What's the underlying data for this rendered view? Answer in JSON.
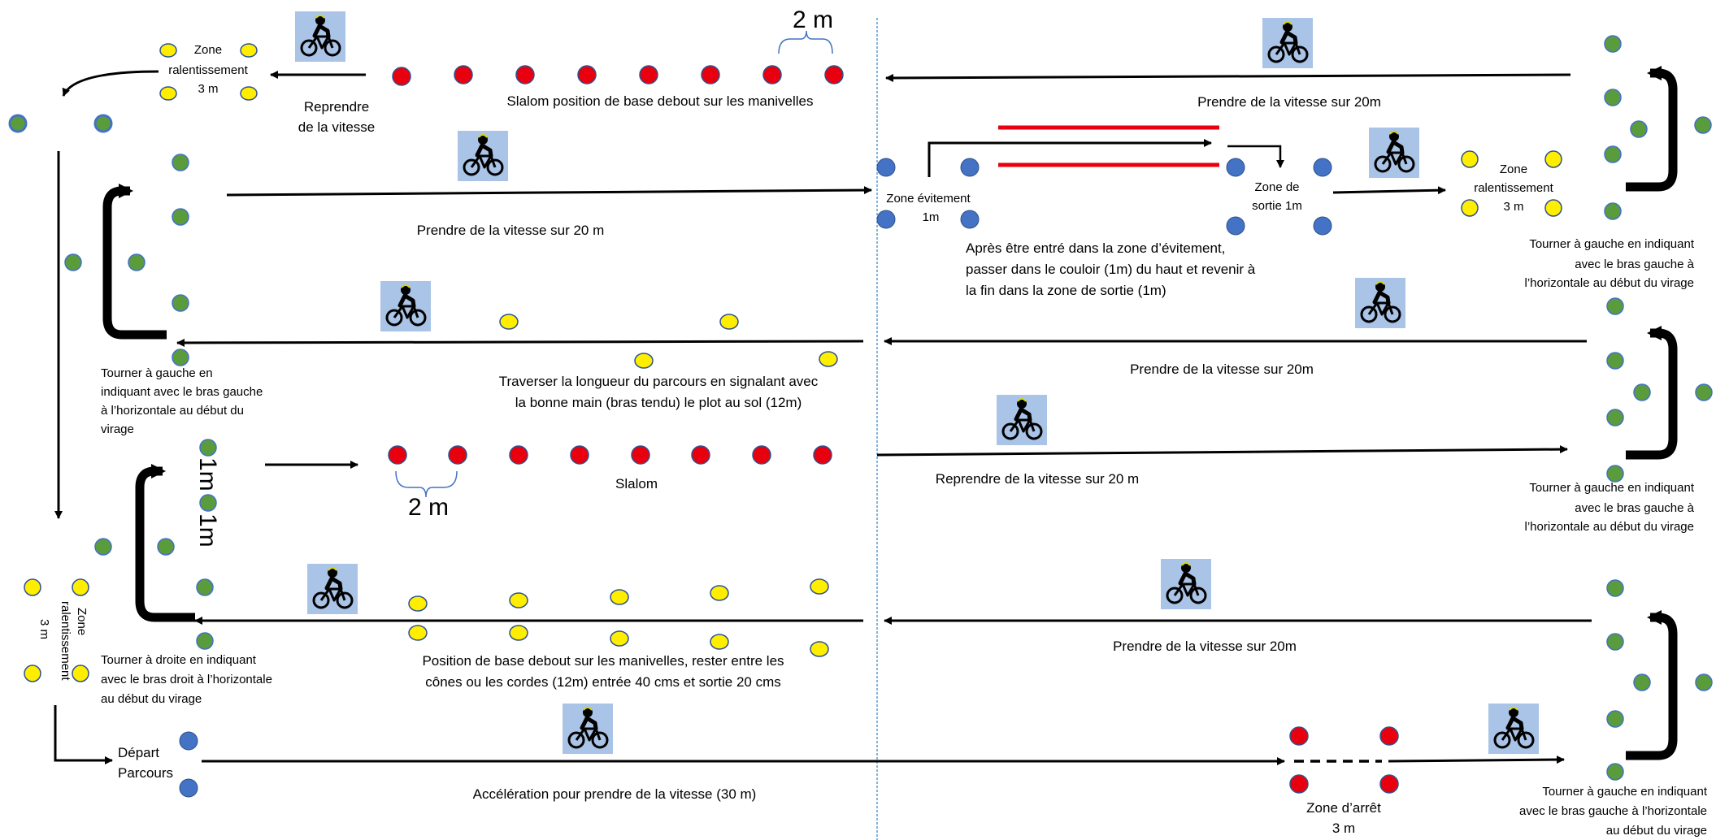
{
  "colors": {
    "red_cone": "#e8000f",
    "yellow_cone": "#ffee00",
    "green_cone": "#5a9b3c",
    "blue_cone": "#4472c4",
    "cone_stroke": "#2f528f",
    "arrow": "#000000",
    "corridor": "#e8000f",
    "divider": "#5b9bd5",
    "bike_bg": "#a9c4e6"
  },
  "labels": {
    "zone_ralentissement_top": [
      "Zone",
      "ralentissement",
      "3 m"
    ],
    "reprendre_top": [
      "Reprendre",
      "de la vitesse"
    ],
    "slalom_base": "Slalom position de base debout sur les manivelles",
    "two_m_top": "2 m",
    "prendre_top_right": "Prendre de la vitesse sur 20m",
    "prendre_row2_left": "Prendre de la vitesse sur 20 m",
    "zone_evitement": [
      "Zone évitement",
      "1m"
    ],
    "zone_sortie": [
      "Zone de",
      "sortie 1m"
    ],
    "zone_ralentissement_right": [
      "Zone",
      "ralentissement",
      "3 m"
    ],
    "evitement_instructions": [
      "Après être entré dans la zone d’évitement,",
      "passer dans le couloir (1m) du haut et revenir à",
      "la fin dans la zone de sortie (1m)"
    ],
    "tourner_gauche_right1": [
      "Tourner à gauche en indiquant",
      "avec le bras gauche à",
      "l’horizontale au début du virage"
    ],
    "tourner_gauche_left": [
      "Tourner à gauche en",
      "indiquant avec le bras gauche",
      "à l’horizontale au début du",
      "virage"
    ],
    "traverser": [
      "Traverser la longueur du parcours en signalant avec",
      "la bonne main (bras tendu) le plot au sol (12m)"
    ],
    "prendre_row3_right": "Prendre de la vitesse sur 20m",
    "one_m_a": "1m",
    "one_m_b": "1m",
    "slalom": "Slalom",
    "two_m_mid": "2 m",
    "reprendre_row4": "Reprendre de la vitesse sur 20 m",
    "tourner_gauche_right2": [
      "Tourner à gauche en indiquant",
      "avec le bras gauche à",
      "l’horizontale au début du virage"
    ],
    "zone_ralentissement_left": [
      "Zone",
      "ralentissement",
      "3 m"
    ],
    "tourner_droite": [
      "Tourner à droite en indiquant",
      "avec le bras droit à l’horizontale",
      "au début du virage"
    ],
    "position_base": [
      "Position de base debout sur les manivelles, rester entre les",
      "cônes ou les cordes (12m) entrée 40 cms et sortie 20 cms"
    ],
    "prendre_row5_right": "Prendre de la vitesse sur 20m",
    "depart": [
      "Départ",
      "Parcours"
    ],
    "acceleration": "Accélération pour prendre de la vitesse (30 m)",
    "zone_arret": [
      "Zone d’arrêt",
      "3 m"
    ],
    "tourner_gauche_right3": [
      "Tourner à gauche en indiquant",
      "avec le bras gauche à l’horizontale",
      "au début du virage"
    ]
  },
  "icons": [
    "bicycle-rider-icon"
  ]
}
